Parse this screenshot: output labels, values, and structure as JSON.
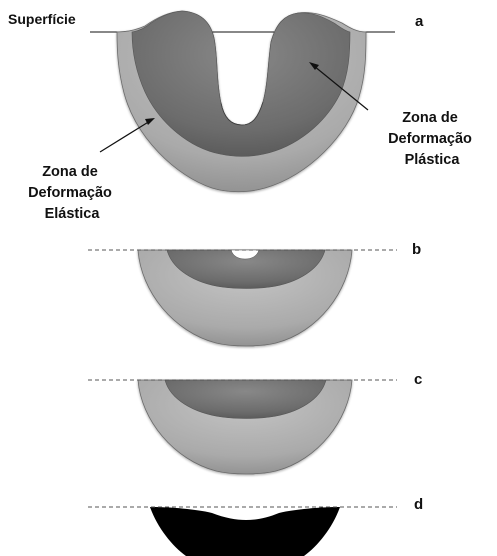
{
  "labels": {
    "surface": "Superfície",
    "plastic_zone": [
      "Zona de",
      "Deformação",
      "Plástica"
    ],
    "elastic_zone": [
      "Zona de",
      "Deformação",
      "Elástica"
    ]
  },
  "panels": [
    {
      "letter": "a"
    },
    {
      "letter": "b"
    },
    {
      "letter": "c"
    },
    {
      "letter": "d"
    }
  ],
  "colors": {
    "elastic_zone": "#a9a9a9",
    "plastic_zone": "#6e6e6e",
    "removed_material": "#000000",
    "dashed_surface": "#555555"
  }
}
